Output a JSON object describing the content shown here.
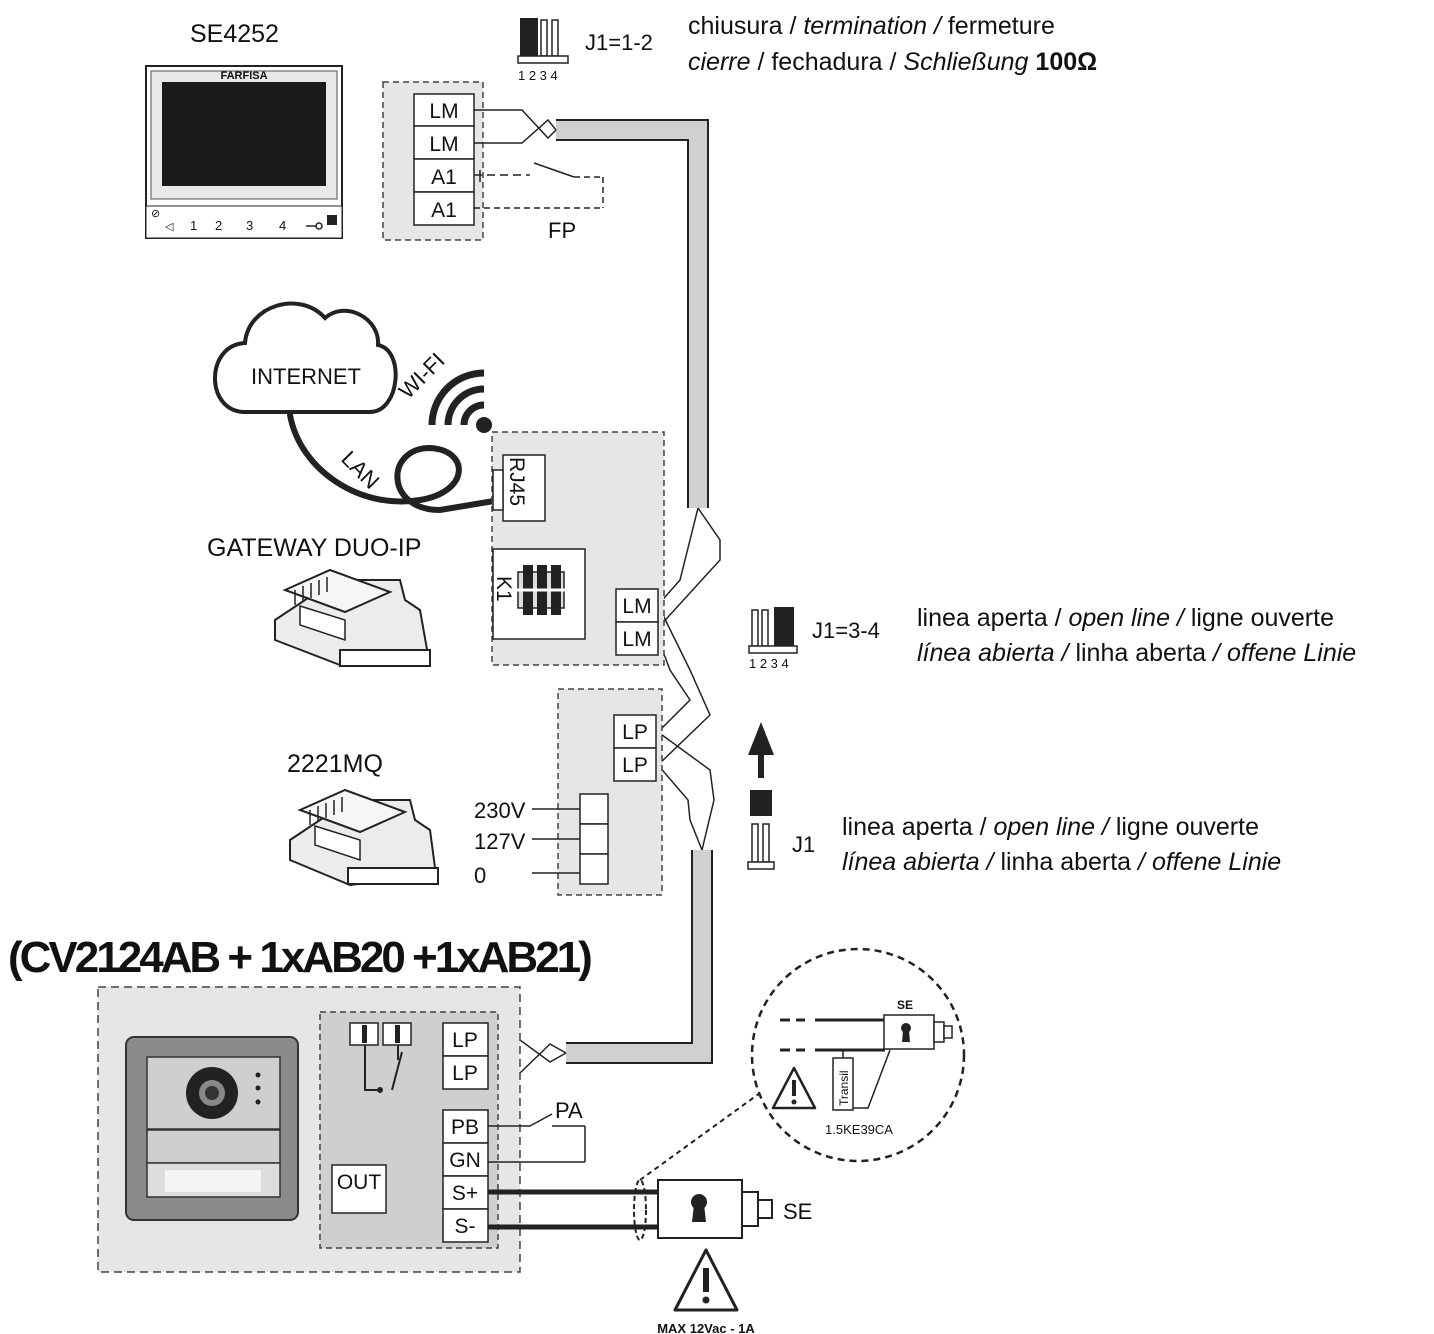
{
  "devices": {
    "monitor": "SE4252",
    "monitor_brand": "FARFISA",
    "monitor_keys": [
      "1",
      "2",
      "3",
      "4"
    ],
    "gateway": "GATEWAY DUO-IP",
    "power_supply": "2221MQ",
    "panel": "(CV2124AB + 1xAB20 +1xAB21)"
  },
  "network": {
    "cloud": "INTERNET",
    "wifi": "WI-FI",
    "lan": "LAN",
    "rj45": "RJ45",
    "k1": "K1"
  },
  "monitor_terminals": [
    "LM",
    "LM",
    "A1",
    "A1"
  ],
  "floor_button": "FP",
  "gateway_terminals": [
    "LM",
    "LM"
  ],
  "psu_terminals": [
    "LP",
    "LP"
  ],
  "psu_inputs": [
    "230V",
    "127V",
    "0"
  ],
  "panel_terminals": [
    "LP",
    "LP",
    "PB",
    "GN",
    "S+",
    "S-"
  ],
  "panel_out": "OUT",
  "push_button": "PA",
  "lock": {
    "label": "SE",
    "detail_label": "SE",
    "transil": "Transil",
    "diode": "1.5KE39CA",
    "max_rating": "MAX 12Vac - 1A"
  },
  "jumpers": {
    "pin_numbers": "1 2 3 4",
    "j1_top": {
      "setting": "J1=1-2",
      "line1": [
        {
          "t": "chiusura / ",
          "i": false
        },
        {
          "t": "termination / ",
          "i": true
        },
        {
          "t": "fermeture",
          "i": false
        }
      ],
      "line2": [
        {
          "t": "cierre",
          "i": true
        },
        {
          "t": " / fechadura / ",
          "i": false
        },
        {
          "t": "Schließung ",
          "i": true
        },
        {
          "t": "100Ω",
          "i": false,
          "b": true
        }
      ]
    },
    "j1_mid": {
      "setting": "J1=3-4",
      "line1": [
        {
          "t": "linea aperta / ",
          "i": false
        },
        {
          "t": "open line / ",
          "i": true
        },
        {
          "t": "ligne ouverte",
          "i": false
        }
      ],
      "line2": [
        {
          "t": "línea abierta / ",
          "i": true
        },
        {
          "t": "linha aberta ",
          "i": false
        },
        {
          "t": "/ offene Linie",
          "i": true
        }
      ]
    },
    "j1_bottom": {
      "setting": "J1",
      "line1": [
        {
          "t": "linea aperta / ",
          "i": false
        },
        {
          "t": "open line / ",
          "i": true
        },
        {
          "t": "ligne ouverte",
          "i": false
        }
      ],
      "line2": [
        {
          "t": "línea abierta / ",
          "i": true
        },
        {
          "t": "linha aberta ",
          "i": false
        },
        {
          "t": "/ offene Linie",
          "i": true
        }
      ]
    }
  }
}
